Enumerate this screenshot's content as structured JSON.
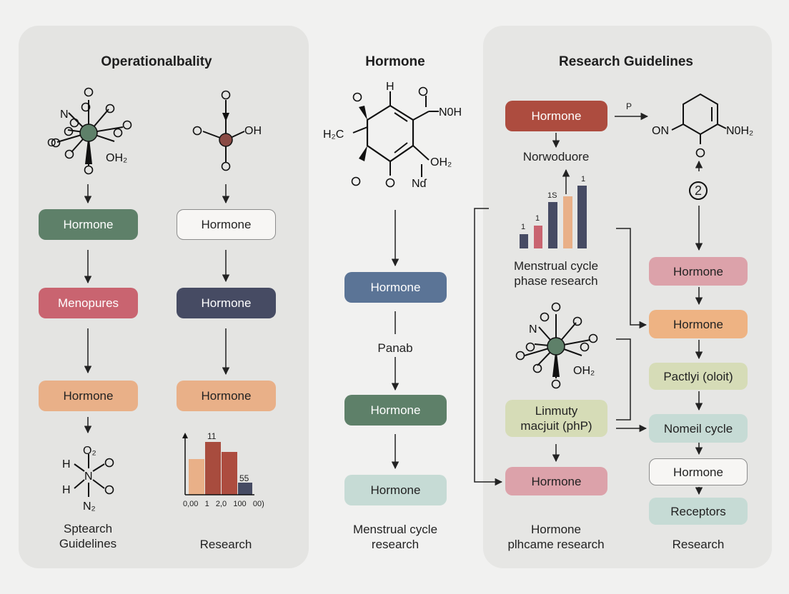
{
  "titles": {
    "left": "Operationalbality",
    "middle": "Hormone",
    "right": "Research Guidelines"
  },
  "left": {
    "col1": {
      "node1": "Hormone",
      "node2": "Menopures",
      "node3": "Hormone",
      "caption": "Sptearch\nGuidelines"
    },
    "col2": {
      "node1": "Hormone",
      "node2": "Hormone",
      "node3": "Hormone",
      "caption": "Research",
      "chart_labels": {
        "top": "11",
        "right": "55"
      },
      "axis_ticks": "0,00   1   2,0   100   00)"
    },
    "mol_col1": {
      "n_label": "N",
      "bottom_left": "O",
      "oh2": "OH₂"
    },
    "mol_col2": {
      "oh": "OH"
    },
    "mol_nitro": {
      "h1": "H",
      "h2": "H",
      "n": "N",
      "o2": "O₂",
      "n2": "N₂"
    }
  },
  "middle": {
    "mol": {
      "h": "H",
      "nh": "N0H",
      "h2c": "H₂C",
      "oh2": "OH₂",
      "n": "Nɗ"
    },
    "node1": "Hormone",
    "step_label": "Panab",
    "node2": "Hormone",
    "node3": "Hormone",
    "caption": "Menstrual cycle\nresearch"
  },
  "right": {
    "node_top": "Hormone",
    "arrow_label": "P",
    "sub_label": "Norwoduore",
    "mol_top": {
      "on": "ON",
      "nh2": "N0H₂",
      "o": "O"
    },
    "step_badge": "2",
    "chart_caption": "Menstrual cycle\nphase research",
    "chart_labels": [
      "1",
      "1",
      "1S",
      "1"
    ],
    "mol_mid": {
      "n": "N",
      "oh2": "OH₂"
    },
    "node_liminal": "Linmuty\nmacjuit (phP)",
    "node_bottom": "Hormone",
    "caption_left": "Hormone\nplhcame research",
    "col2": {
      "node1": "Hormone",
      "node2": "Hormone",
      "node3": "Pactlyi (oloit)",
      "node4": "Nomeil cycle",
      "node5": "Hormone",
      "node6": "Receptors",
      "caption": "Research"
    }
  },
  "colors": {
    "green": "#5e8069",
    "rose": "#c96470",
    "navy": "#464b63",
    "peach": "#e9b088",
    "steel": "#5b7496",
    "mint": "#c6dbd5",
    "pink": "#dca2aa",
    "rust": "#a84c3e",
    "sage": "#d6dcb7",
    "brick": "#ad4c3f",
    "orange": "#eeb383"
  }
}
